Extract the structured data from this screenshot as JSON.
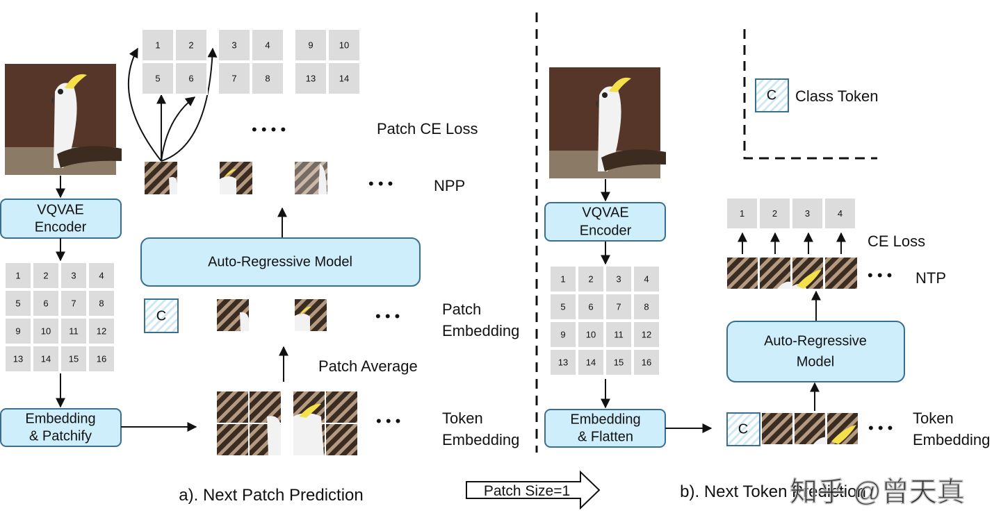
{
  "left_panel": {
    "encoder_label": [
      "VQVAE",
      "Encoder"
    ],
    "embed_label": [
      "Embedding",
      "& Patchify"
    ],
    "grid_numbers": [
      "1",
      "2",
      "3",
      "4",
      "5",
      "6",
      "7",
      "8",
      "9",
      "10",
      "11",
      "12",
      "13",
      "14",
      "15",
      "16"
    ],
    "top_group_1": [
      "1",
      "2",
      "5",
      "6"
    ],
    "top_group_2": [
      "3",
      "4",
      "7",
      "8"
    ],
    "top_group_3": [
      "9",
      "10",
      "13",
      "14"
    ],
    "patch_ce_loss": "Patch CE Loss",
    "npp": "NPP",
    "ar_model": "Auto-Regressive Model",
    "class_token_letter": "C",
    "patch_embedding": [
      "Patch",
      "Embedding"
    ],
    "patch_average": "Patch Average",
    "token_embedding": [
      "Token",
      "Embedding"
    ],
    "caption": "a). Next Patch Prediction"
  },
  "middle": {
    "patch_size_label": "Patch Size=1"
  },
  "right_panel": {
    "legend_letter": "C",
    "legend_label": "Class Token",
    "encoder_label": [
      "VQVAE",
      "Encoder"
    ],
    "embed_label": [
      "Embedding",
      "& Flatten"
    ],
    "grid_numbers": [
      "1",
      "2",
      "3",
      "4",
      "5",
      "6",
      "7",
      "8",
      "9",
      "10",
      "11",
      "12",
      "13",
      "14",
      "15",
      "16"
    ],
    "output_numbers": [
      "1",
      "2",
      "3",
      "4"
    ],
    "ce_loss": "CE Loss",
    "ntp": "NTP",
    "ar_model": [
      "Auto-Regressive",
      "Model"
    ],
    "class_token_letter": "C",
    "token_embedding": [
      "Token",
      "Embedding"
    ],
    "caption": "b). Next Token Prediction"
  },
  "watermark": "知乎 @曾天真",
  "colors": {
    "box_fill": "#cdeefa",
    "box_stroke": "#3a6e8f",
    "cell_fill": "#dcdcdc",
    "stripe_dark": "#3b2c22",
    "stripe_light": "#b49a80"
  }
}
